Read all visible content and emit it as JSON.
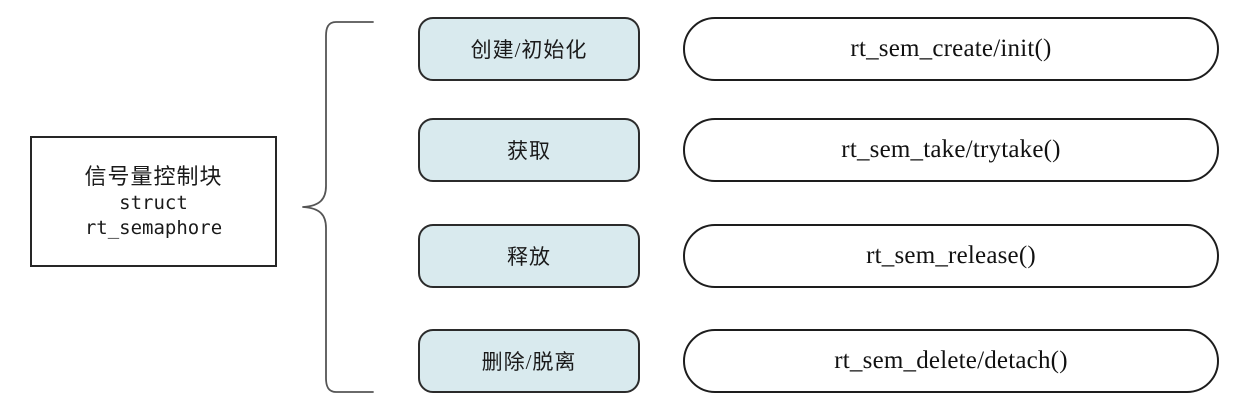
{
  "diagram": {
    "title": "RT-Thread semaphore control block and operations",
    "colors": {
      "operation_fill": "#d9eaee",
      "operation_border": "#2b2b2b",
      "pill_fill": "#ffffff",
      "pill_border": "#1d1d1d",
      "block_border": "#262626",
      "background": "#ffffff",
      "text": "#1a1a1a"
    },
    "control_block": {
      "name": "semaphore-control-block",
      "line1": "信号量控制块",
      "line2": "struct",
      "line3": "rt_semaphore"
    },
    "brace": {
      "name": "curly-brace",
      "glyph": "{"
    },
    "rows": [
      {
        "operation": "创建/初始化",
        "api": "rt_sem_create/init()"
      },
      {
        "operation": "获取",
        "api": "rt_sem_take/trytake()"
      },
      {
        "operation": "释放",
        "api": "rt_sem_release()"
      },
      {
        "operation": "删除/脱离",
        "api": "rt_sem_delete/detach()"
      }
    ]
  }
}
